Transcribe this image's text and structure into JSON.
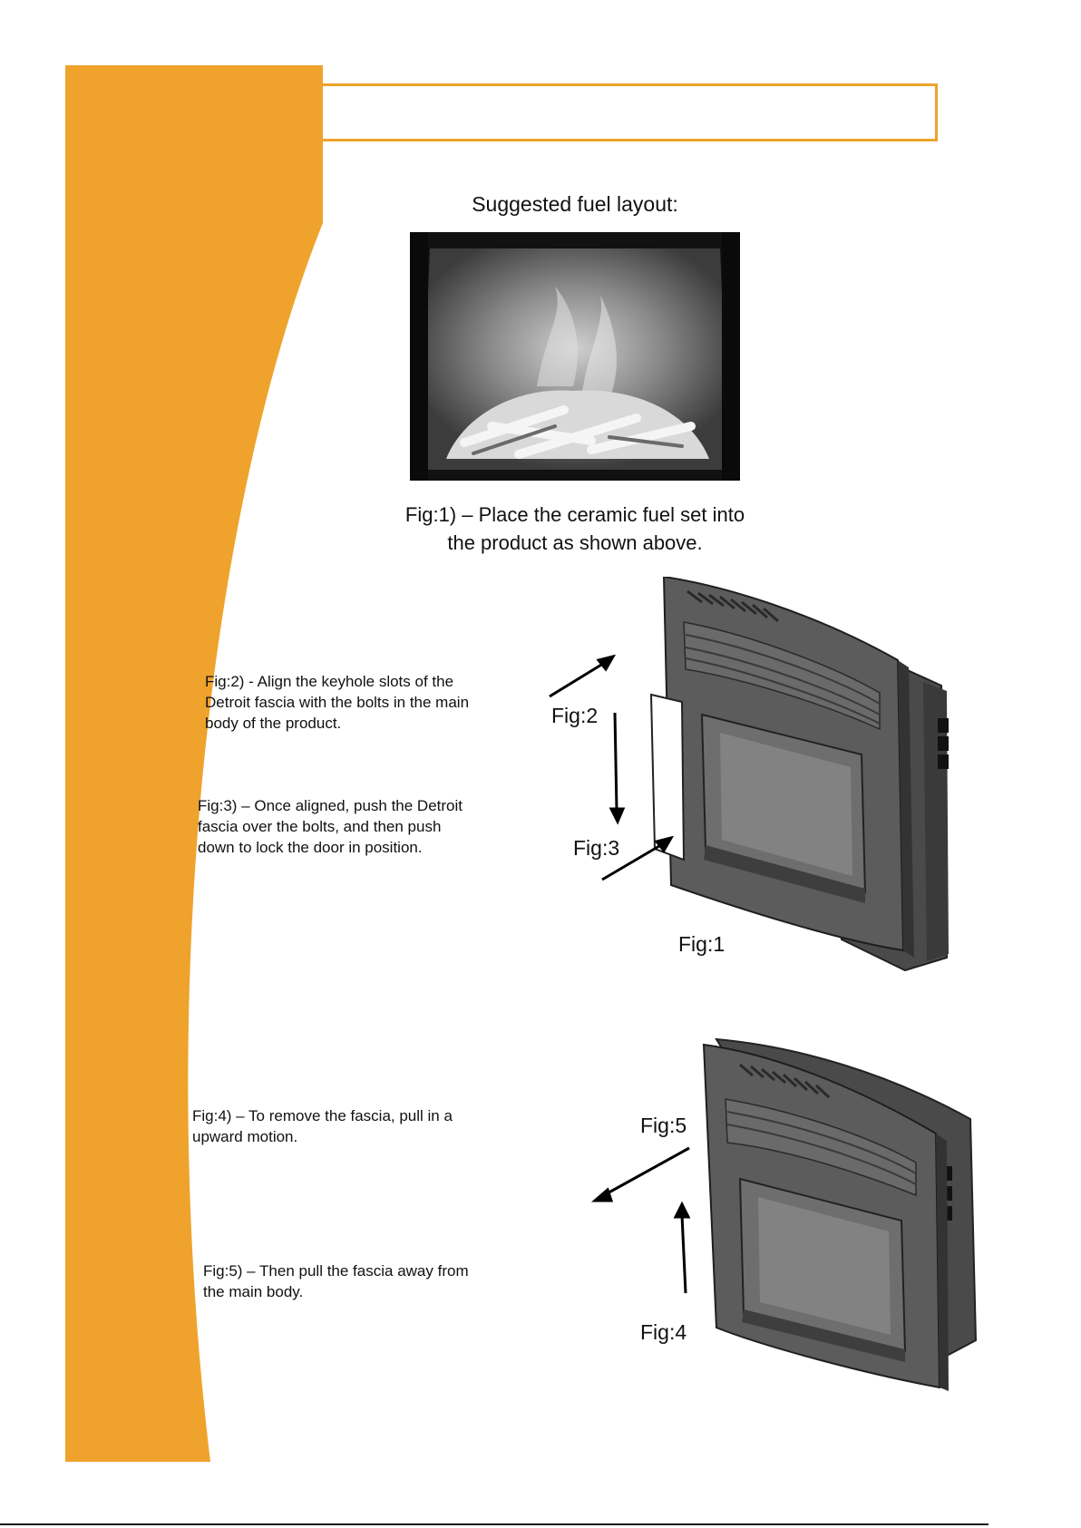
{
  "header": {
    "title": ""
  },
  "fuel_section": {
    "heading": "Suggested fuel layout:",
    "photo_alt": "Fire with ceramic fuel set",
    "caption_line1": "Fig:1) – Place the ceramic fuel set into",
    "caption_line2": "the product as shown above."
  },
  "fitting": {
    "step2_line1": "Fig:2) - Align the keyhole slots of the",
    "step2_line2": "Detroit fascia with the bolts in the main",
    "step2_line3": "body of the product.",
    "step3_line1": "Fig:3) – Once aligned, push the Detroit",
    "step3_line2": "fascia over  the bolts, and then push",
    "step3_line3": "down to lock the door in position.",
    "label_fig2": "Fig:2",
    "label_fig3": "Fig:3",
    "label_fig1": "Fig:1"
  },
  "removal": {
    "step4_line1": "Fig:4) – To  remove the fascia, pull in a",
    "step4_line2": "upward motion.",
    "step5_line1": "Fig:5) – Then pull the fascia away from",
    "step5_line2": "the main body.",
    "label_fig5": "Fig:5",
    "label_fig4": "Fig:4"
  },
  "colors": {
    "accent": "#efa32c",
    "fascia": "#5c5c5c",
    "fascia_dark": "#3a3a3a"
  }
}
